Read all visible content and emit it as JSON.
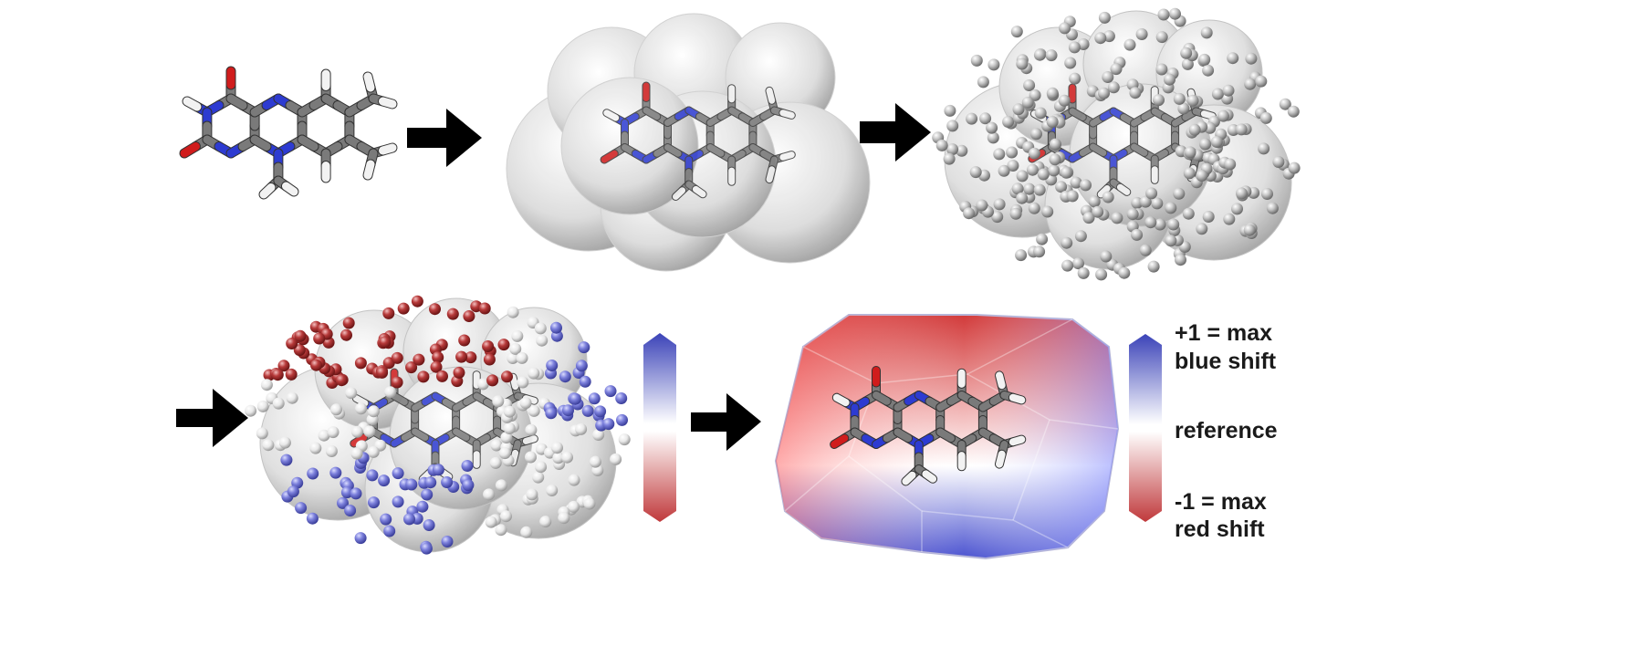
{
  "figure": {
    "steps": [
      {
        "name": "molecule-stick-model"
      },
      {
        "name": "vdw-surface-model"
      },
      {
        "name": "surface-point-grid"
      },
      {
        "name": "colored-point-grid"
      },
      {
        "name": "interpolated-colored-surface"
      }
    ],
    "arrows": 4,
    "colors": {
      "carbon": "#7a7a7a",
      "hydrogen": "#f2f2f2",
      "nitrogen": "#2d3bd1",
      "oxygen": "#d01c1c",
      "blue_shift": "#3b43b8",
      "reference": "#ffffff",
      "red_shift": "#c0393b",
      "arrow": "#000000"
    },
    "legend": {
      "max_label_line1": "+1 = max",
      "max_label_line2": "blue shift",
      "reference_label": "reference",
      "min_label_line1": "-1 = max",
      "min_label_line2": "red shift"
    }
  }
}
